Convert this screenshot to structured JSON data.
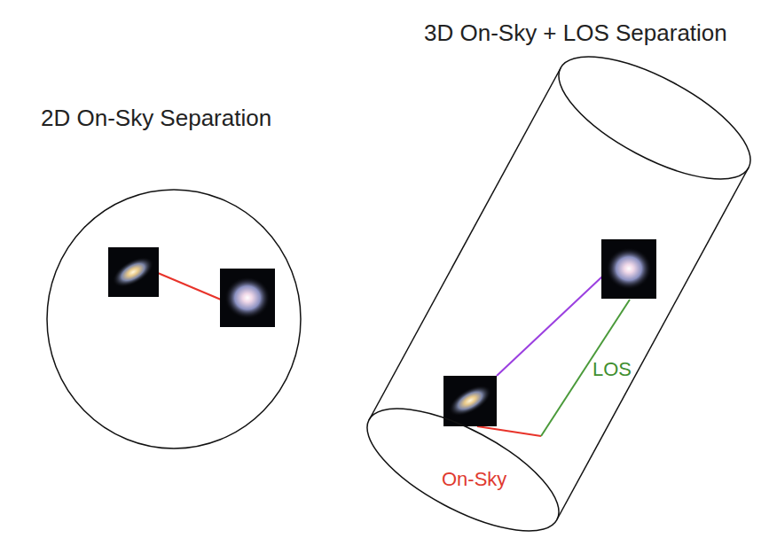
{
  "diagram": {
    "nodes": [
      {
        "text": [
          "2D On-Sky Separation"
        ]
      },
      {
        "text": [
          "3D On-Sky + LOS Separation"
        ]
      }
    ],
    "labels": [
      "LOS",
      "On-Sky"
    ]
  }
}
